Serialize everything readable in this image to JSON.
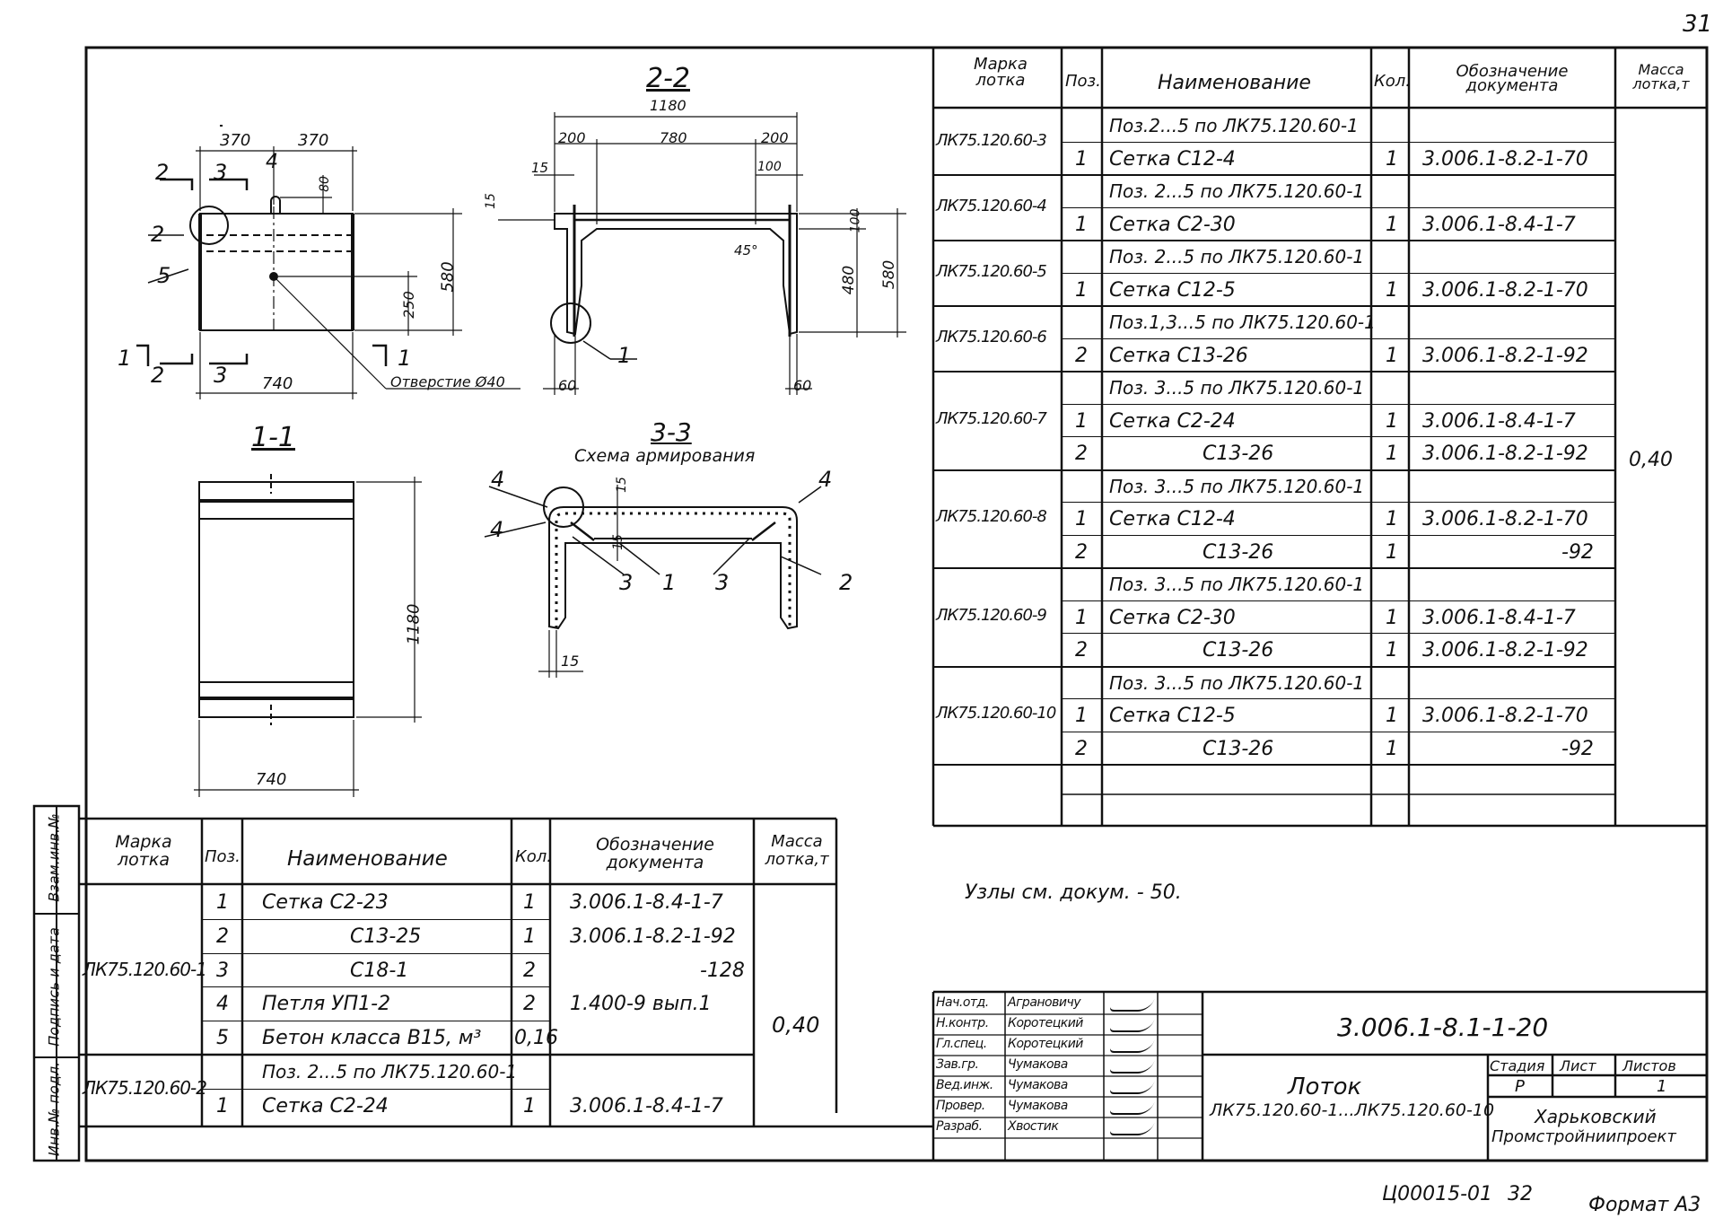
{
  "page_number": "31",
  "bottom_code": "Ц00015-01",
  "bottom_page": "32",
  "format": "Формат А3",
  "notes": "Узлы см. докум. - 50.",
  "side_labels": {
    "inv_podl": "Инв.№ подл.",
    "podpis_data": "Подпись и дата",
    "vzam_inv": "Взам.инв.№"
  },
  "drawings": {
    "section_22": "2-2",
    "section_11": "1-1",
    "section_33": "3-3",
    "schema": "Схема армирования",
    "hole": "Отверстие Ø40",
    "dims": {
      "d370a": "370",
      "d370b": "370",
      "d740": "740",
      "d580": "580",
      "d250": "250",
      "d80": "80",
      "d1180": "1180",
      "d200a": "200",
      "d780": "780",
      "d200b": "200",
      "d15a": "15",
      "d15b": "15",
      "d100": "100",
      "d45": "45°",
      "d60a": "60",
      "d60b": "60",
      "d480": "480",
      "d580b": "580",
      "d1180b": "1180",
      "d740b": "740",
      "d15c": "15",
      "d15d": "15",
      "d15e": "15"
    },
    "callouts": {
      "c2": "2",
      "c3": "3",
      "c4": "4",
      "c2b": "2",
      "c5": "5",
      "c1": "1",
      "c2c": "2",
      "c3b": "3",
      "c1b": "1",
      "c1c": "1",
      "c4a": "4",
      "c4b": "4",
      "c4c": "4",
      "c3c": "3",
      "c1d": "1",
      "c3d": "3",
      "c2d": "2"
    }
  },
  "spec_headers": {
    "marka": "Марка лотка",
    "poz": "Поз.",
    "name": "Наименование",
    "kol": "Кол.",
    "doc": "Обозначение документа",
    "mass": "Масса лотка,т"
  },
  "right_table": {
    "mass": "0,40",
    "groups": [
      {
        "marka": "ЛК75.120.60-3",
        "rows": [
          {
            "poz": "",
            "name": "Поз.2...5 по ЛК75.120.60-1",
            "kol": "",
            "doc": ""
          },
          {
            "poz": "1",
            "name": "Сетка С12-4",
            "kol": "1",
            "doc": "3.006.1-8.2-1-70"
          }
        ]
      },
      {
        "marka": "ЛК75.120.60-4",
        "rows": [
          {
            "poz": "",
            "name": "Поз. 2...5 по ЛК75.120.60-1",
            "kol": "",
            "doc": ""
          },
          {
            "poz": "1",
            "name": "Сетка С2-30",
            "kol": "1",
            "doc": "3.006.1-8.4-1-7"
          }
        ]
      },
      {
        "marka": "ЛК75.120.60-5",
        "rows": [
          {
            "poz": "",
            "name": "Поз. 2...5 по ЛК75.120.60-1",
            "kol": "",
            "doc": ""
          },
          {
            "poz": "1",
            "name": "Сетка С12-5",
            "kol": "1",
            "doc": "3.006.1-8.2-1-70"
          }
        ]
      },
      {
        "marka": "ЛК75.120.60-6",
        "rows": [
          {
            "poz": "",
            "name": "Поз.1,3...5 по ЛК75.120.60-1",
            "kol": "",
            "doc": ""
          },
          {
            "poz": "2",
            "name": "Сетка С13-26",
            "kol": "1",
            "doc": "3.006.1-8.2-1-92"
          }
        ]
      },
      {
        "marka": "ЛК75.120.60-7",
        "rows": [
          {
            "poz": "",
            "name": "Поз. 3...5 по ЛК75.120.60-1",
            "kol": "",
            "doc": ""
          },
          {
            "poz": "1",
            "name": "Сетка С2-24",
            "kol": "1",
            "doc": "3.006.1-8.4-1-7"
          },
          {
            "poz": "2",
            "name": "С13-26",
            "kol": "1",
            "doc": "3.006.1-8.2-1-92"
          }
        ]
      },
      {
        "marka": "ЛК75.120.60-8",
        "rows": [
          {
            "poz": "",
            "name": "Поз. 3...5 по ЛК75.120.60-1",
            "kol": "",
            "doc": ""
          },
          {
            "poz": "1",
            "name": "Сетка С12-4",
            "kol": "1",
            "doc": "3.006.1-8.2-1-70"
          },
          {
            "poz": "2",
            "name": "С13-26",
            "kol": "1",
            "doc": "-92"
          }
        ]
      },
      {
        "marka": "ЛК75.120.60-9",
        "rows": [
          {
            "poz": "",
            "name": "Поз. 3...5 по ЛК75.120.60-1",
            "kol": "",
            "doc": ""
          },
          {
            "poz": "1",
            "name": "Сетка С2-30",
            "kol": "1",
            "doc": "3.006.1-8.4-1-7"
          },
          {
            "poz": "2",
            "name": "С13-26",
            "kol": "1",
            "doc": "3.006.1-8.2-1-92"
          }
        ]
      },
      {
        "marka": "ЛК75.120.60-10",
        "rows": [
          {
            "poz": "",
            "name": "Поз. 3...5 по ЛК75.120.60-1",
            "kol": "",
            "doc": ""
          },
          {
            "poz": "1",
            "name": "Сетка С12-5",
            "kol": "1",
            "doc": "3.006.1-8.2-1-70"
          },
          {
            "poz": "2",
            "name": "С13-26",
            "kol": "1",
            "doc": "-92"
          }
        ]
      }
    ]
  },
  "left_table": {
    "mass": "0,40",
    "groups": [
      {
        "marka": "ЛК75.120.60-1",
        "rows": [
          {
            "poz": "1",
            "name": "Сетка С2-23",
            "kol": "1",
            "doc": "3.006.1-8.4-1-7"
          },
          {
            "poz": "2",
            "name": "С13-25",
            "kol": "1",
            "doc": "3.006.1-8.2-1-92"
          },
          {
            "poz": "3",
            "name": "С18-1",
            "kol": "2",
            "doc": "-128"
          },
          {
            "poz": "4",
            "name": "Петля УП1-2",
            "kol": "2",
            "doc": "1.400-9 вып.1"
          },
          {
            "poz": "5",
            "name": "Бетон класса В15, м³",
            "kol": "0,16",
            "doc": ""
          }
        ]
      },
      {
        "marka": "ЛК75.120.60-2",
        "rows": [
          {
            "poz": "",
            "name": "Поз. 2...5 по ЛК75.120.60-1",
            "kol": "",
            "doc": ""
          },
          {
            "poz": "1",
            "name": "Сетка С2-24",
            "kol": "1",
            "doc": "3.006.1-8.4-1-7"
          }
        ]
      }
    ]
  },
  "title_block": {
    "doc_code": "3.006.1-8.1-1-20",
    "product": "Лоток",
    "product_range": "ЛК75.120.60-1...ЛК75.120.60-10",
    "stage_h": "Стадия",
    "sheet_h": "Лист",
    "sheets_h": "Листов",
    "stage": "Р",
    "sheet": "",
    "sheets": "1",
    "org1": "Харьковский",
    "org2": "Промстройниипроект",
    "people": [
      {
        "role": "Нач.отд.",
        "name": "Аграновичу"
      },
      {
        "role": "Н.контр.",
        "name": "Коротецкий"
      },
      {
        "role": "Гл.спец.",
        "name": "Коротецкий"
      },
      {
        "role": "Зав.гр.",
        "name": "Чумакова"
      },
      {
        "role": "Вед.инж.",
        "name": "Чумакова"
      },
      {
        "role": "Провер.",
        "name": "Чумакова"
      },
      {
        "role": "Разраб.",
        "name": "Хвостик"
      }
    ]
  }
}
